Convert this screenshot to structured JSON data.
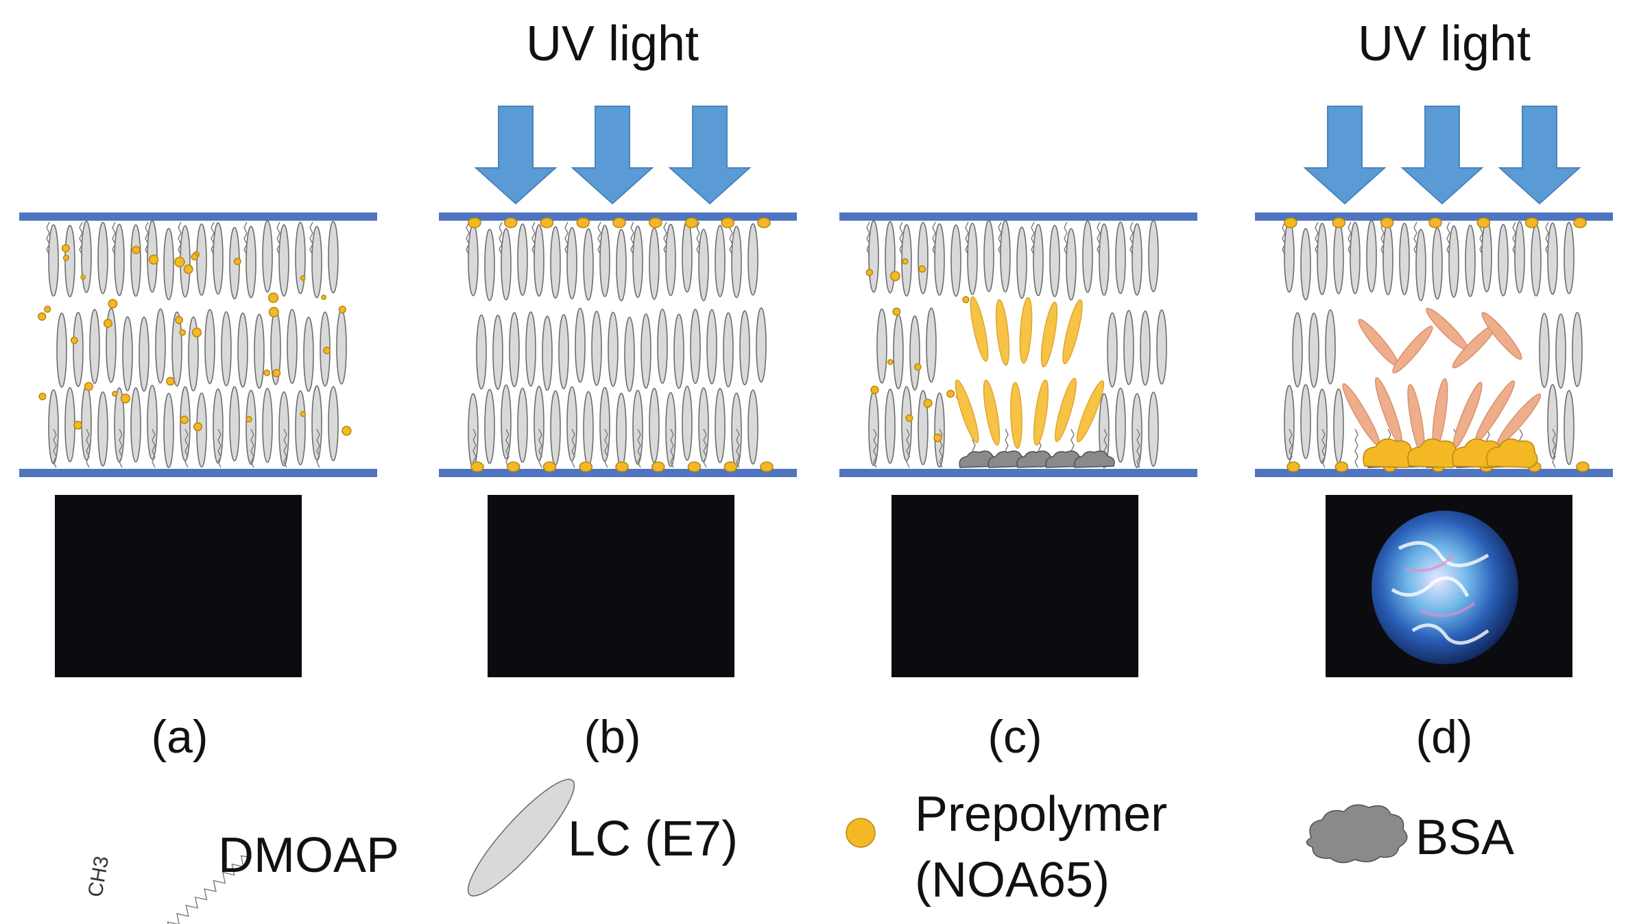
{
  "uv_labels": [
    "UV light",
    "UV light"
  ],
  "panel_captions": [
    "(a)",
    "(b)",
    "(c)",
    "(d)"
  ],
  "legend": {
    "dmoap": {
      "label": "DMOAP",
      "formula": "CH3"
    },
    "lc": {
      "label": "LC (E7)"
    },
    "prepolymer": {
      "label_line1": "Prepolymer",
      "label_line2": "(NOA65)"
    },
    "bsa": {
      "label": "BSA"
    }
  },
  "colors": {
    "plate": "#4f74c0",
    "arrow": "#5b9bd5",
    "prepolymer": "#f3b824",
    "liquid_crystal": "#d9d9d9",
    "polymerized_lc_c": "#f6c347",
    "polymerized_lc_d": "#eeae8b",
    "bsa": "#8a8a8a"
  }
}
